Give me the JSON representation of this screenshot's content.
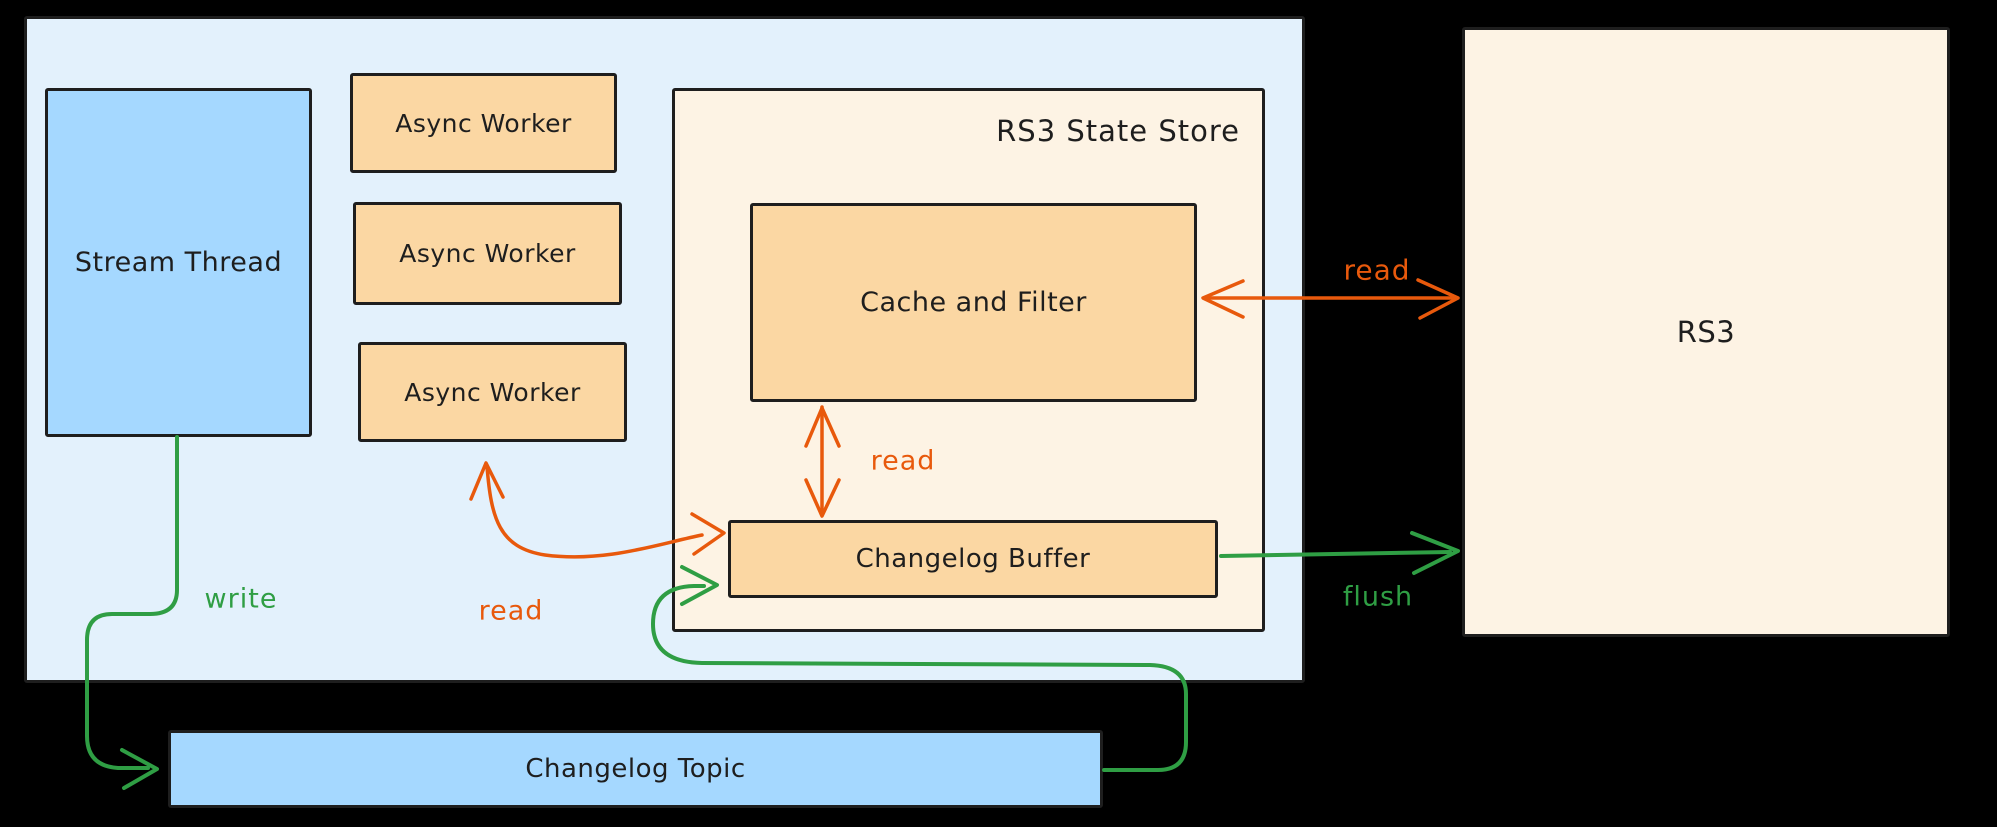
{
  "diagram": {
    "nodes": {
      "stream_thread": {
        "label": "Stream Thread"
      },
      "async_workers": [
        {
          "label": "Async Worker"
        },
        {
          "label": "Async Worker"
        },
        {
          "label": "Async Worker"
        }
      ],
      "state_store": {
        "title": "RS3 State Store",
        "cache": {
          "label": "Cache and Filter"
        },
        "buffer": {
          "label": "Changelog Buffer"
        }
      },
      "rs3": {
        "label": "RS3"
      },
      "changelog_topic": {
        "label": "Changelog Topic"
      }
    },
    "edge_labels": {
      "write": "write",
      "read_worker": "read",
      "read_cache_buffer": "read",
      "read_rs3": "read",
      "flush": "flush"
    },
    "colors": {
      "bg": "#000000",
      "ink": "#1e1e1e",
      "panel-fill": "#e3f1fc",
      "blue-fill": "#a5d8ff",
      "orange-fill": "#fbd7a3",
      "cream-fill": "#fdf3e4",
      "green": "#2f9e44",
      "orange": "#e8590c"
    }
  }
}
